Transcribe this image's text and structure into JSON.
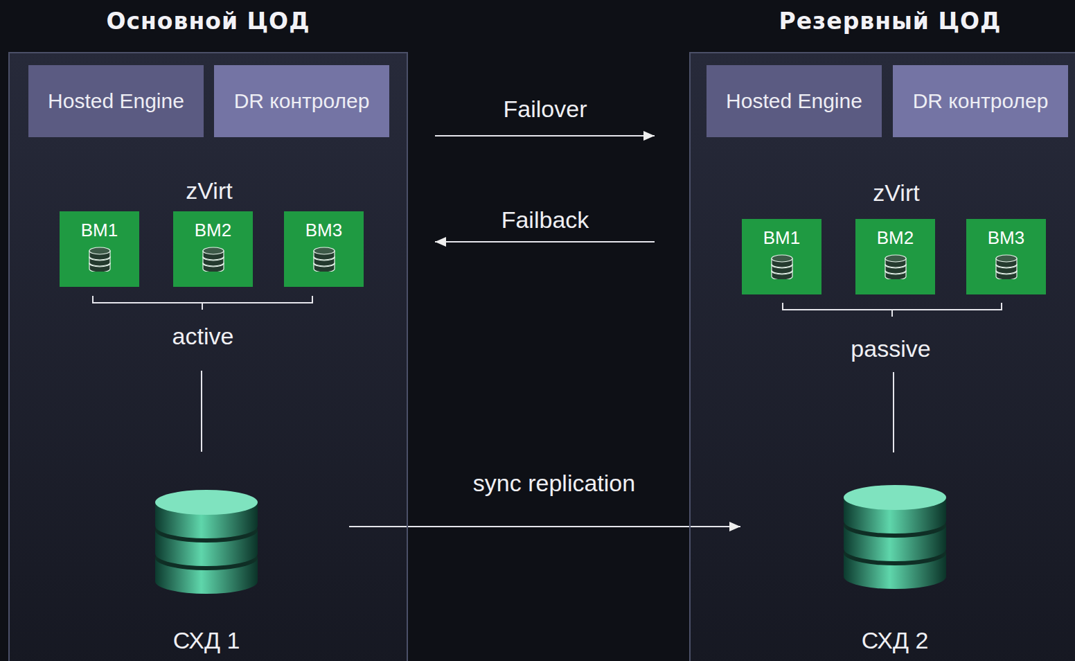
{
  "diagram": {
    "nodes": [
      {
        "text": [
          "Основной ЦОД"
        ]
      },
      {
        "text": [
          "Hosted Engine"
        ],
        "in": 0
      },
      {
        "text": [
          "DR контролер"
        ],
        "in": 0
      },
      {
        "text": [
          "ВМ1"
        ],
        "in": 0
      },
      {
        "text": [
          "ВМ2"
        ],
        "in": 0
      },
      {
        "text": [
          "ВМ3"
        ],
        "in": 0
      },
      {
        "text": [
          "СХД 1"
        ],
        "in": 0
      },
      {
        "text": [
          "Резервный ЦОД"
        ]
      },
      {
        "text": [
          "Hosted Engine"
        ],
        "in": 7
      },
      {
        "text": [
          "DR контролер"
        ],
        "in": 7
      },
      {
        "text": [
          "ВМ1"
        ],
        "in": 7
      },
      {
        "text": [
          "ВМ2"
        ],
        "in": 7
      },
      {
        "text": [
          "ВМ3"
        ],
        "in": 7
      },
      {
        "text": [
          "СХД 2"
        ],
        "in": 7
      }
    ],
    "edges": [
      {
        "from": 0,
        "to": 7,
        "label": "Failover",
        "arrow": "to"
      },
      {
        "from": 7,
        "to": 0,
        "label": "Failback",
        "arrow": "to"
      },
      {
        "from": 6,
        "to": 13,
        "label": "sync replication",
        "arrow": "to"
      }
    ],
    "labels": [
      "zVirt",
      "active",
      "zVirt",
      "passive"
    ]
  }
}
